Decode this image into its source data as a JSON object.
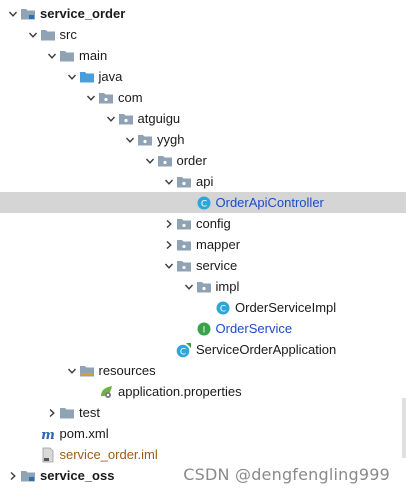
{
  "tree": {
    "rows": [
      {
        "label": "service_order",
        "depth": 0,
        "arrow": "down",
        "icon": "module-folder-icon",
        "style": "bold"
      },
      {
        "label": "src",
        "depth": 1,
        "arrow": "down",
        "icon": "folder-icon"
      },
      {
        "label": "main",
        "depth": 2,
        "arrow": "down",
        "icon": "folder-icon"
      },
      {
        "label": "java",
        "depth": 3,
        "arrow": "down",
        "icon": "source-folder-icon"
      },
      {
        "label": "com",
        "depth": 4,
        "arrow": "down",
        "icon": "package-icon"
      },
      {
        "label": "atguigu",
        "depth": 5,
        "arrow": "down",
        "icon": "package-icon"
      },
      {
        "label": "yygh",
        "depth": 6,
        "arrow": "down",
        "icon": "package-icon"
      },
      {
        "label": "order",
        "depth": 7,
        "arrow": "down",
        "icon": "package-icon"
      },
      {
        "label": "api",
        "depth": 8,
        "arrow": "down",
        "icon": "package-icon"
      },
      {
        "label": "OrderApiController",
        "depth": 9,
        "arrow": "none",
        "icon": "class-icon",
        "style": "blue",
        "selected": true
      },
      {
        "label": "config",
        "depth": 8,
        "arrow": "right",
        "icon": "package-icon"
      },
      {
        "label": "mapper",
        "depth": 8,
        "arrow": "right",
        "icon": "package-icon"
      },
      {
        "label": "service",
        "depth": 8,
        "arrow": "down",
        "icon": "package-icon"
      },
      {
        "label": "impl",
        "depth": 9,
        "arrow": "down",
        "icon": "package-icon"
      },
      {
        "label": "OrderServiceImpl",
        "depth": 10,
        "arrow": "none",
        "icon": "class-icon"
      },
      {
        "label": "OrderService",
        "depth": 9,
        "arrow": "none",
        "icon": "interface-icon",
        "style": "blue"
      },
      {
        "label": "ServiceOrderApplication",
        "depth": 8,
        "arrow": "none",
        "icon": "spring-boot-class-icon"
      },
      {
        "label": "resources",
        "depth": 3,
        "arrow": "down",
        "icon": "resources-folder-icon"
      },
      {
        "label": "application.properties",
        "depth": 4,
        "arrow": "none",
        "icon": "properties-file-icon"
      },
      {
        "label": "test",
        "depth": 2,
        "arrow": "right",
        "icon": "folder-icon"
      },
      {
        "label": "pom.xml",
        "depth": 1,
        "arrow": "none",
        "icon": "maven-icon"
      },
      {
        "label": "service_order.iml",
        "depth": 1,
        "arrow": "none",
        "icon": "iml-file-icon",
        "style": "orange"
      },
      {
        "label": "service_oss",
        "depth": 0,
        "arrow": "right",
        "icon": "module-folder-icon",
        "style": "bold"
      }
    ]
  },
  "watermark": "CSDN @dengfengling999",
  "colors": {
    "selection": "#d5d5d5",
    "link_blue": "#1c4cc6",
    "excluded_orange": "#a15b12",
    "folder_gray": "#8fa3b4",
    "source_blue": "#4a9fd8",
    "class_cyan": "#2ea7d8",
    "interface_green": "#3aa24a"
  }
}
